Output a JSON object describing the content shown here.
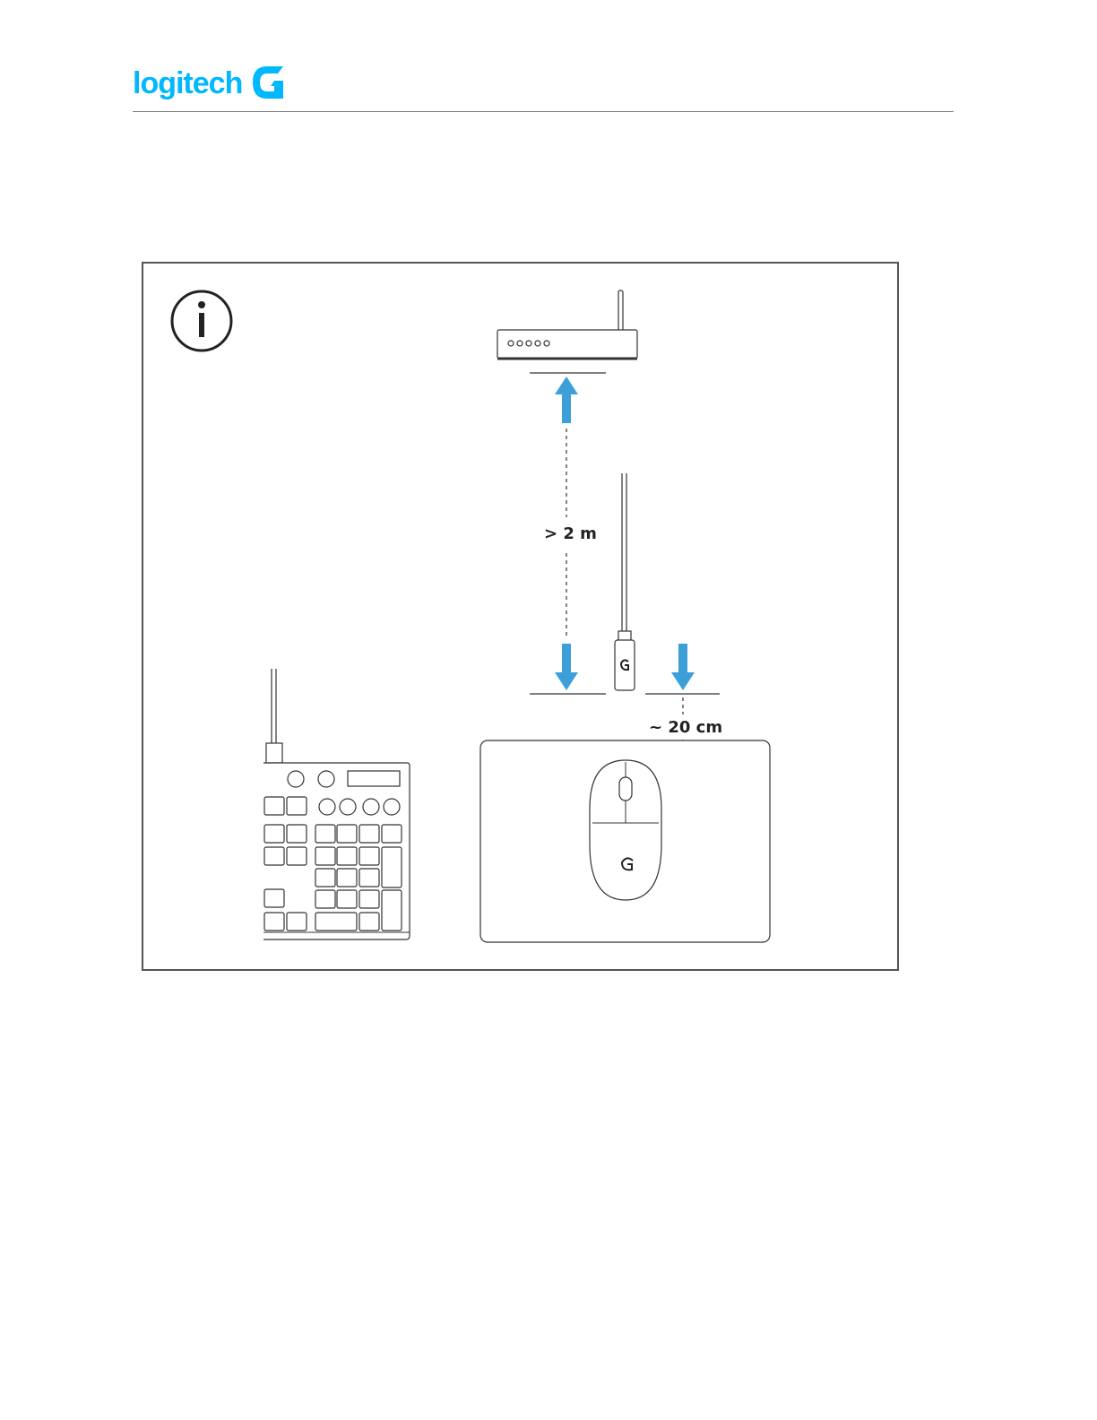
{
  "header": {
    "brand_name": "logitech",
    "brand_color": "#00b8fc"
  },
  "diagram": {
    "info_icon": "info-circle-icon",
    "router_icon": "wifi-router-icon",
    "receiver_icon": "usb-receiver-icon",
    "mouse_icon": "gaming-mouse-icon",
    "keyboard_icon": "keyboard-numpad-icon",
    "distance_router_label": "> 2 m",
    "distance_mouse_label": "~ 20 cm",
    "arrow_color": "#3d9fd8"
  }
}
